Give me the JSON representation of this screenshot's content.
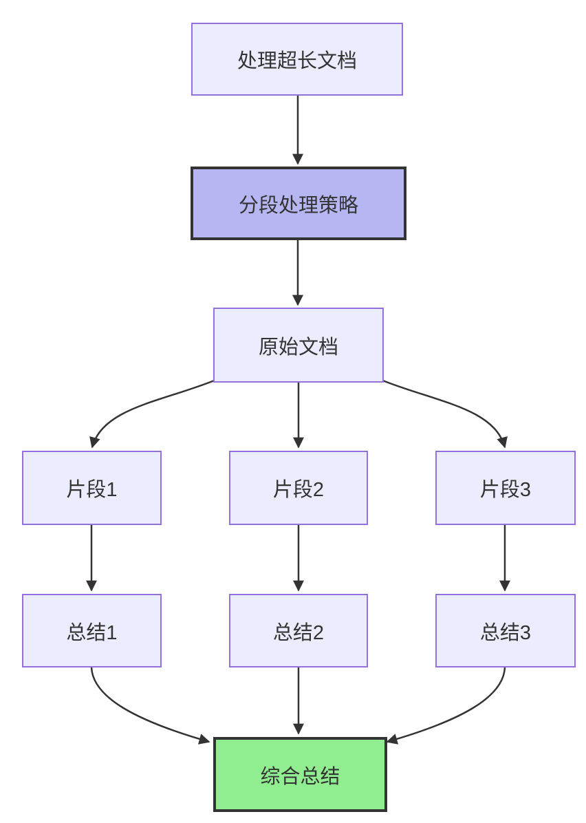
{
  "diagram": {
    "type": "flowchart",
    "direction": "top-down",
    "colors": {
      "background": "#ffffff",
      "node_fill": "#ECECFF",
      "node_border": "#9370DB",
      "highlight_fill": "#B6B6F2",
      "highlight_border": "#333333",
      "success_fill": "#90EE90",
      "success_border": "#333333",
      "edge_color": "#333333",
      "text_color": "#333333"
    },
    "nodes": [
      {
        "id": "process",
        "label": "处理超长文档",
        "style": "default"
      },
      {
        "id": "strategy",
        "label": "分段处理策略",
        "style": "highlight"
      },
      {
        "id": "original",
        "label": "原始文档",
        "style": "default"
      },
      {
        "id": "frag1",
        "label": "片段1",
        "style": "default"
      },
      {
        "id": "frag2",
        "label": "片段2",
        "style": "default"
      },
      {
        "id": "frag3",
        "label": "片段3",
        "style": "default"
      },
      {
        "id": "sum1",
        "label": "总结1",
        "style": "default"
      },
      {
        "id": "sum2",
        "label": "总结2",
        "style": "default"
      },
      {
        "id": "sum3",
        "label": "总结3",
        "style": "default"
      },
      {
        "id": "final",
        "label": "综合总结",
        "style": "success"
      }
    ],
    "edges": [
      {
        "from": "process",
        "to": "strategy"
      },
      {
        "from": "strategy",
        "to": "original"
      },
      {
        "from": "original",
        "to": "frag1"
      },
      {
        "from": "original",
        "to": "frag2"
      },
      {
        "from": "original",
        "to": "frag3"
      },
      {
        "from": "frag1",
        "to": "sum1"
      },
      {
        "from": "frag2",
        "to": "sum2"
      },
      {
        "from": "frag3",
        "to": "sum3"
      },
      {
        "from": "sum1",
        "to": "final"
      },
      {
        "from": "sum2",
        "to": "final"
      },
      {
        "from": "sum3",
        "to": "final"
      }
    ]
  }
}
